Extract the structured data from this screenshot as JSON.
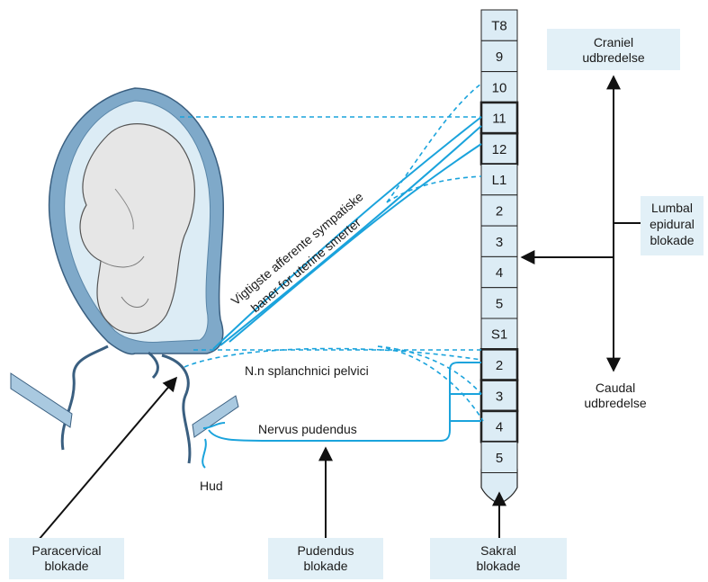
{
  "segments": [
    "T8",
    "9",
    "10",
    "11",
    "12",
    "L1",
    "2",
    "3",
    "4",
    "5",
    "S1",
    "2",
    "3",
    "4",
    "5"
  ],
  "highlighted_segments": [
    "11",
    "12",
    "S2",
    "S3",
    "S4"
  ],
  "labels": {
    "cranial_line1": "Craniel",
    "cranial_line2": "udbredelse",
    "lumbal_line1": "Lumbal",
    "lumbal_line2": "epidural",
    "lumbal_line3": "blokade",
    "caudal_line1": "Caudal",
    "caudal_line2": "udbredelse",
    "sympathetic_line1": "Vigtigste afferente sympatiske",
    "sympathetic_line2": "baner for uterine smerter",
    "splanchnici": "N.n splanchnici pelvici",
    "pudendus_nerve": "Nervus pudendus",
    "hud": "Hud",
    "paracervical_line1": "Paracervical",
    "paracervical_line2": "blokade",
    "pudendus_block_line1": "Pudendus",
    "pudendus_block_line2": "blokade",
    "sakral_line1": "Sakral",
    "sakral_line2": "blokade"
  },
  "colors": {
    "nerve": "#1aa3dc",
    "uterus": "#7fa9c9",
    "uterus_dark": "#5a86a8",
    "fetus": "#e6e6e6",
    "label_box": "#e2f0f7"
  }
}
